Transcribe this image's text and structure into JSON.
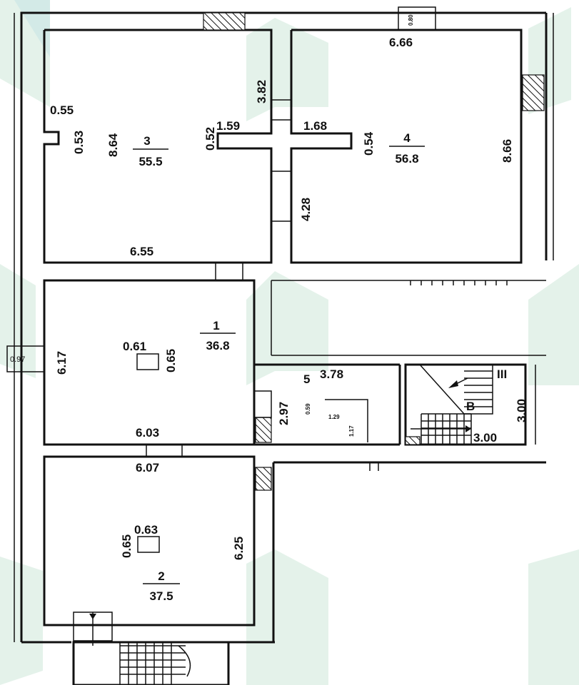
{
  "rooms": [
    {
      "number": "3",
      "area": "55.5"
    },
    {
      "number": "4",
      "area": "56.8"
    },
    {
      "number": "1",
      "area": "36.8"
    },
    {
      "number": "2",
      "area": "37.5"
    },
    {
      "number": "5"
    }
  ],
  "dimensions": {
    "d_0_55": "0.55",
    "d_0_53": "0.53",
    "d_8_64": "8.64",
    "d_0_52": "0.52",
    "d_1_59": "1.59",
    "d_3_82": "3.82",
    "d_6_55": "6.55",
    "d_0_80": "0.80",
    "d_6_66": "6.66",
    "d_1_68": "1.68",
    "d_0_54": "0.54",
    "d_8_66": "8.66",
    "d_4_28": "4.28",
    "d_0_97": "0.97",
    "d_6_17": "6.17",
    "d_0_61": "0.61",
    "d_0_65a": "0.65",
    "d_6_03": "6.03",
    "d_6_07": "6.07",
    "d_0_63": "0.63",
    "d_0_65b": "0.65",
    "d_6_25": "6.25",
    "d_3_78": "3.78",
    "d_2_97": "2.97",
    "d_0_59": "0.59",
    "d_1_29": "1.29",
    "d_1_17": "1.17",
    "d_3_00a": "3.00",
    "d_3_00b": "3.00"
  },
  "stair_labels": {
    "roman": "III",
    "letter": "B"
  }
}
